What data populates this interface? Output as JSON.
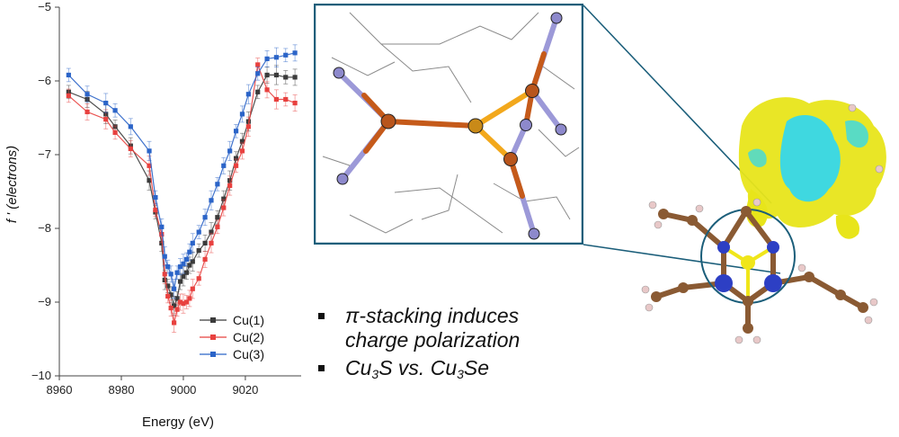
{
  "chart_data": {
    "type": "line",
    "title": "",
    "xlabel": "Energy (eV)",
    "ylabel": "f ' (electrons)",
    "xlim": [
      8960,
      9038
    ],
    "ylim": [
      -10,
      -5
    ],
    "xticks": [
      8960,
      8980,
      9000,
      9020
    ],
    "yticks": [
      -5,
      -6,
      -7,
      -8,
      -9,
      -10
    ],
    "legend_position": "bottom-right",
    "x": [
      8963,
      8969,
      8975,
      8978,
      8983,
      8989,
      8991,
      8993,
      8994,
      8995,
      8996,
      8997,
      8998,
      8999,
      9000,
      9001,
      9002,
      9003,
      9005,
      9007,
      9009,
      9011,
      9013,
      9015,
      9017,
      9019,
      9021,
      9024,
      9027,
      9030,
      9033,
      9036
    ],
    "series": [
      {
        "name": "Cu(1)",
        "color": "#3b3b3b",
        "values": [
          -6.15,
          -6.25,
          -6.45,
          -6.62,
          -6.88,
          -7.35,
          -7.78,
          -8.2,
          -8.7,
          -8.78,
          -8.9,
          -9.05,
          -8.95,
          -8.72,
          -8.65,
          -8.6,
          -8.5,
          -8.45,
          -8.3,
          -8.2,
          -8.05,
          -7.85,
          -7.6,
          -7.35,
          -7.05,
          -6.82,
          -6.55,
          -6.15,
          -5.92,
          -5.92,
          -5.95,
          -5.95
        ]
      },
      {
        "name": "Cu(2)",
        "color": "#e8413f",
        "values": [
          -6.2,
          -6.42,
          -6.52,
          -6.7,
          -6.92,
          -7.15,
          -7.75,
          -8.08,
          -8.62,
          -8.92,
          -9.08,
          -9.28,
          -9.1,
          -9.0,
          -9.02,
          -9.0,
          -8.95,
          -8.82,
          -8.68,
          -8.42,
          -8.2,
          -7.98,
          -7.72,
          -7.42,
          -7.15,
          -6.95,
          -6.62,
          -5.78,
          -6.12,
          -6.25,
          -6.25,
          -6.3
        ]
      },
      {
        "name": "Cu(3)",
        "color": "#2b64c8",
        "values": [
          -5.92,
          -6.18,
          -6.3,
          -6.4,
          -6.62,
          -6.95,
          -7.58,
          -7.98,
          -8.38,
          -8.52,
          -8.62,
          -8.82,
          -8.6,
          -8.52,
          -8.48,
          -8.42,
          -8.32,
          -8.2,
          -8.05,
          -7.85,
          -7.62,
          -7.4,
          -7.15,
          -6.95,
          -6.68,
          -6.45,
          -6.18,
          -5.9,
          -5.7,
          -5.68,
          -5.65,
          -5.62
        ]
      }
    ]
  },
  "bullets": {
    "item1_line1": "π-stacking induces",
    "item1_line2": "charge polarization",
    "item2_a": "Cu",
    "item2_sub1": "3",
    "item2_b": "S vs. Cu",
    "item2_sub2": "3",
    "item2_c": "Se"
  },
  "colors": {
    "inset_frame": "#1b5e7a",
    "cu_bond": "#c55a1a",
    "se_bond": "#f2a81c",
    "n_atom": "#9c99d8",
    "carbon": "#8a5a33",
    "isosurface_yellow": "#e8e51a",
    "isosurface_cyan": "#3fd8e0"
  }
}
